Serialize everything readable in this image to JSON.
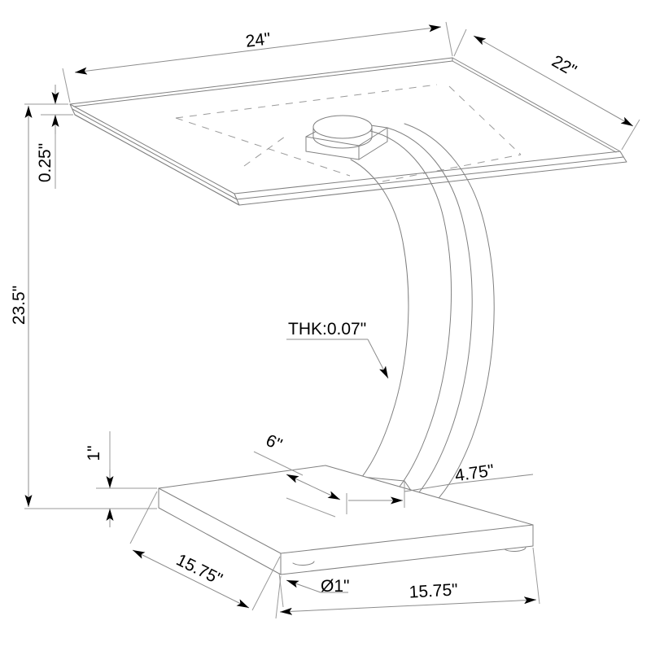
{
  "drawing": {
    "title": "C-Shape Accent Table Dimensioned Drawing",
    "projection": "isometric",
    "units": "inches",
    "line_color": "#808080",
    "text_color": "#000000",
    "background": "#ffffff",
    "hidden_line_color": "#9a9a9a"
  },
  "dimensions": {
    "top_width": "24\"",
    "top_depth": "22\"",
    "top_thickness": "0.25\"",
    "overall_height": "23.5\"",
    "base_thickness": "1\"",
    "leg_thickness": "THK:0.07\"",
    "leg_base_width": "6\"",
    "leg_offset": "4.75\"",
    "base_depth": "15.75\"",
    "base_width": "15.75\"",
    "foot_diameter": "Ø1\""
  },
  "parts": {
    "tabletop": "glass-tabletop",
    "mount_plate": "mounting-plate",
    "mount_disc": "mounting-disc",
    "leg": "curved-c-leg",
    "base": "base-slab",
    "feet": "base-feet"
  }
}
